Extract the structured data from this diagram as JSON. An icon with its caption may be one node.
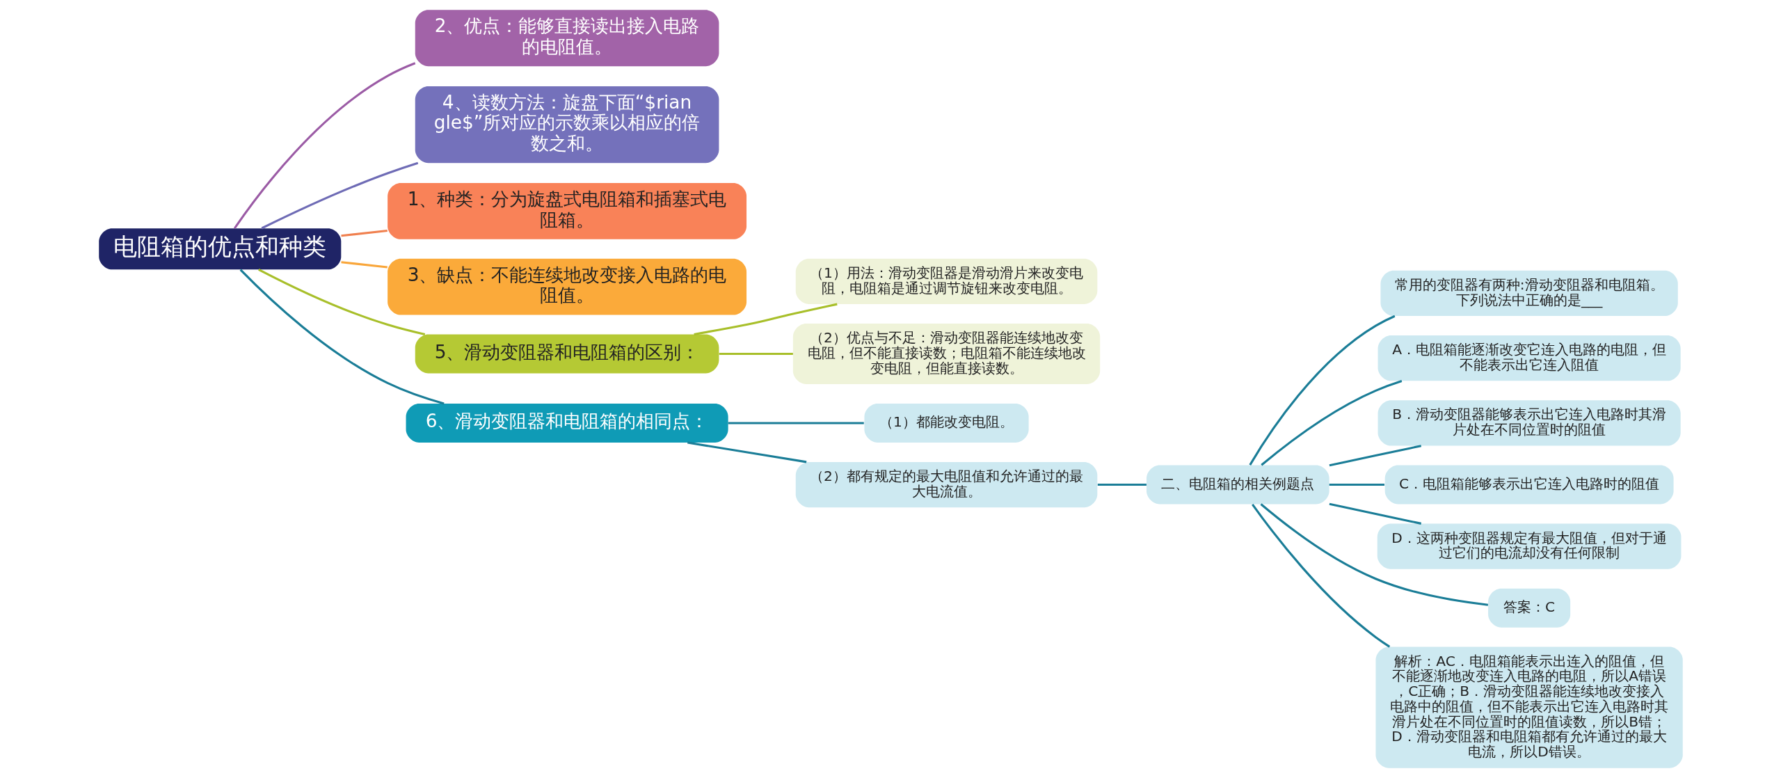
{
  "diagram": {
    "nodes": [
      {
        "text": [
          "电阻箱的优点和种类"
        ]
      },
      {
        "text": [
          "2、优点：能够直接读出接入电路的电阻值。"
        ]
      },
      {
        "text": [
          "4、读数方法：旋盘下面“$riangle$”所对应的示数乘以相应的倍数之和。"
        ]
      },
      {
        "text": [
          "1、种类：分为旋盘式电阻箱和插塞式电阻箱。"
        ]
      },
      {
        "text": [
          "3、缺点：不能连续地改变接入电路的电阻值。"
        ]
      },
      {
        "text": [
          "5、滑动变阻器和电阻箱的区别："
        ]
      },
      {
        "text": [
          "（1）用法：滑动变阻器是滑动滑片来改变电阻，电阻箱是通过调节旋钮来改变电阻。"
        ]
      },
      {
        "text": [
          "（2）优点与不足：滑动变阻器能连续地改变电阻，但不能直接读数；电阻箱不能连续地改变电阻，但能直接读数。"
        ]
      },
      {
        "text": [
          "6、滑动变阻器和电阻箱的相同点："
        ]
      },
      {
        "text": [
          "（1）都能改变电阻。"
        ]
      },
      {
        "text": [
          "（2）都有规定的最大电阻值和允许通过的最大电流值。"
        ]
      },
      {
        "text": [
          "二、电阻箱的相关例题点"
        ]
      },
      {
        "text": [
          "常用的变阻器有两种:滑动变阻器和电阻箱。下列说法中正确的是___"
        ]
      },
      {
        "text": [
          "A．电阻箱能逐渐改变它连入电路的电阻，但不能表示出它连入阻值"
        ]
      },
      {
        "text": [
          "B．滑动变阻器能够表示出它连入电路时其滑片处在不同位置时的阻值"
        ]
      },
      {
        "text": [
          "C．电阻箱能够表示出它连入电路时的阻值"
        ]
      },
      {
        "text": [
          "D．这两种变阻器规定有最大阻值，但对于通过它们的电流却没有任何限制"
        ]
      },
      {
        "text": [
          "答案：C"
        ]
      },
      {
        "text": [
          "解析：AC．电阻箱能表示出连入的阻值，但不能逐渐地改变连入电路的电阻，所以A错误，C正确；B．滑动变阻器能连续地改变接入电路中的阻值，但不能表示出它连入电路时其滑片处在不同位置时的阻值读数，所以B错；D．滑动变阻器和电阻箱都有允许通过的最大电流，所以D错误。"
        ]
      }
    ],
    "edges": [
      {
        "from": 0,
        "to": 1,
        "arrow": "none",
        "color": "#9b5ba5"
      },
      {
        "from": 0,
        "to": 2,
        "arrow": "none",
        "color": "#6e6bb5"
      },
      {
        "from": 0,
        "to": 3,
        "arrow": "none",
        "color": "#f0804f"
      },
      {
        "from": 0,
        "to": 4,
        "arrow": "none",
        "color": "#f9a63a"
      },
      {
        "from": 0,
        "to": 5,
        "arrow": "none",
        "color": "#a8bf2a"
      },
      {
        "from": 5,
        "to": 6,
        "arrow": "none",
        "color": "#a8bf2a"
      },
      {
        "from": 5,
        "to": 7,
        "arrow": "none",
        "color": "#a8bf2a"
      },
      {
        "from": 0,
        "to": 8,
        "arrow": "none"
      },
      {
        "from": 8,
        "to": 9,
        "arrow": "none"
      },
      {
        "from": 8,
        "to": 10,
        "arrow": "none"
      },
      {
        "from": 10,
        "to": 11,
        "arrow": "none"
      },
      {
        "from": 11,
        "to": 12,
        "arrow": "none"
      },
      {
        "from": 11,
        "to": 13,
        "arrow": "none"
      },
      {
        "from": 11,
        "to": 14,
        "arrow": "none"
      },
      {
        "from": 11,
        "to": 15,
        "arrow": "none"
      },
      {
        "from": 11,
        "to": 16,
        "arrow": "none"
      },
      {
        "from": 11,
        "to": 17,
        "arrow": "none"
      },
      {
        "from": 11,
        "to": 18,
        "arrow": "none"
      }
    ]
  }
}
